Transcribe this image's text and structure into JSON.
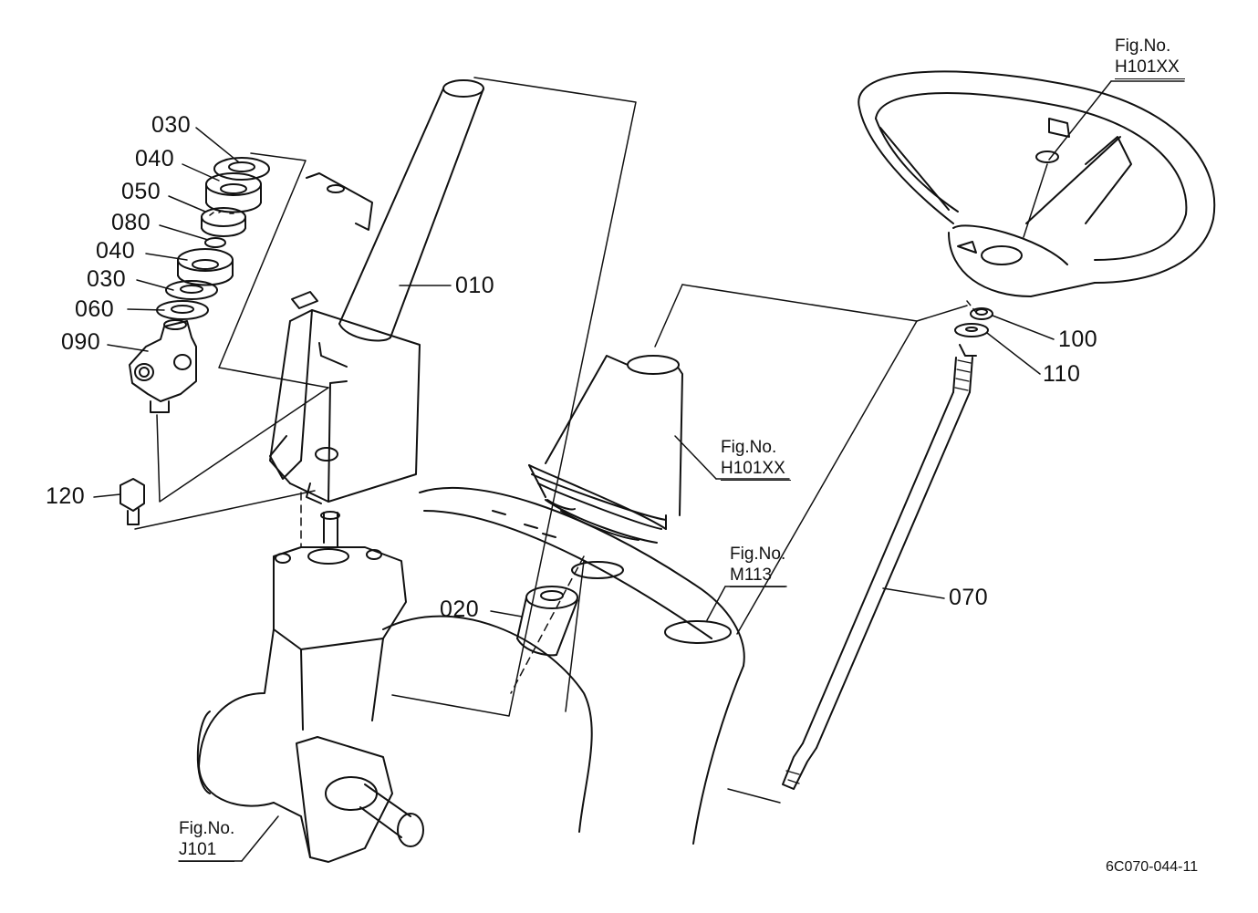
{
  "parts": {
    "p010": "010",
    "p020": "020",
    "p030a": "030",
    "p030b": "030",
    "p040a": "040",
    "p040b": "040",
    "p050": "050",
    "p060": "060",
    "p070": "070",
    "p080": "080",
    "p090": "090",
    "p100": "100",
    "p110": "110",
    "p120": "120"
  },
  "figure_refs": {
    "wheel": {
      "label": "Fig.No.",
      "code": "H101XX"
    },
    "boot": {
      "label": "Fig.No.",
      "code": "H101XX"
    },
    "dash": {
      "label": "Fig.No.",
      "code": "M113"
    },
    "gearbox": {
      "label": "Fig.No.",
      "code": "J101"
    }
  },
  "document_id": "6C070-044-11",
  "colors": {
    "ink": "#111111",
    "paper": "#ffffff"
  }
}
